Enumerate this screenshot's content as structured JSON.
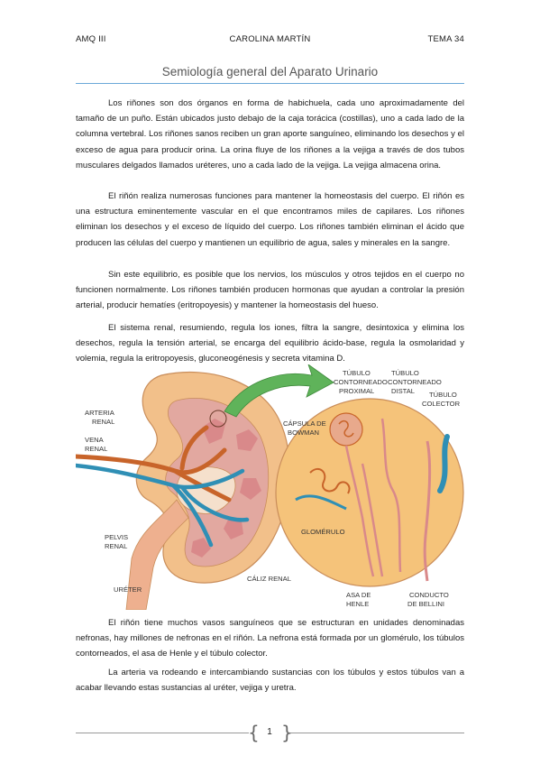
{
  "header": {
    "left": "AMQ III",
    "center": "CAROLINA MARTÍN",
    "right": "TEMA 34"
  },
  "title": "Semiología general del Aparato Urinario",
  "paragraphs": [
    "Los riñones son dos órganos en forma de habichuela, cada uno aproximadamente del tamaño de un puño. Están ubicados justo debajo de la caja torácica (costillas), uno a cada lado de la columna vertebral. Los riñones sanos reciben un gran aporte sanguíneo, eliminando los desechos y el exceso de agua para producir orina. La orina fluye de los riñones a la vejiga a través de dos tubos musculares delgados llamados uréteres, uno a cada lado de la vejiga. La vejiga almacena orina.",
    "El riñón realiza numerosas funciones para mantener la homeostasis del cuerpo. El riñón es una estructura eminentemente vascular en el que encontramos miles de capilares. Los riñones eliminan los desechos y el exceso de líquido del cuerpo. Los riñones también eliminan el ácido que producen las células del cuerpo y mantienen un equilibrio de agua, sales y minerales en la sangre.",
    "Sin este equilibrio, es posible que los nervios, los músculos y otros tejidos en el cuerpo no funcionen normalmente. Los riñones también producen hormonas que ayudan a controlar la presión arterial, producir hematíes (eritropoyesis) y mantener la homeostasis del hueso.",
    "El sistema renal, resumiendo, regula los iones, filtra la sangre, desintoxica y elimina los desechos, regula la tensión arterial, se encarga del equilibrio ácido-base, regula la osmolaridad y volemia, regula la eritropoyesis, gluconeogénesis y secreta vitamina D.",
    "El riñón tiene muchos vasos sanguíneos que se estructuran en unidades denominadas nefronas, hay millones de nefronas en el riñón. La nefrona está formada por un glomérulo, los túbulos contorneados, el asa de Henle y el túbulo colector.",
    "La arteria va rodeando e intercambiando sustancias con los túbulos y estos túbulos van a acabar llevando estas sustancias al uréter, vejiga y uretra."
  ],
  "figure": {
    "labels": {
      "arteria_renal_1": "ARTERIA",
      "arteria_renal_2": "RENAL",
      "vena_renal_1": "VENA",
      "vena_renal_2": "RENAL",
      "pelvis_renal_1": "PELVIS",
      "pelvis_renal_2": "RENAL",
      "ureter": "URÉTER",
      "caliz_renal": "CÁLIZ RENAL",
      "capsula_1": "CÁPSULA DE",
      "capsula_2": "BOWMAN",
      "tubulo_prox_1": "TÚBULO",
      "tubulo_prox_2": "CONTORNEADO",
      "tubulo_prox_3": "PROXIMAL",
      "tubulo_dist_1": "TÚBULO",
      "tubulo_dist_2": "CONTORNEADO",
      "tubulo_dist_3": "DISTAL",
      "tubulo_col_1": "TÚBULO",
      "tubulo_col_2": "COLECTOR",
      "glomerulo": "GLOMÉRULO",
      "asa_1": "ASA DE",
      "asa_2": "HENLE",
      "conducto_1": "CONDUCTO",
      "conducto_2": "DE BELLINI"
    },
    "colors": {
      "kidney_cortex": "#f2c08a",
      "kidney_medulla": "#e2a8a0",
      "artery": "#c8642a",
      "vein": "#2f8fb5",
      "ureter": "#eeb08f",
      "arrow": "#5fb35a",
      "nephron_bg": "#f5c37a"
    }
  },
  "footer": {
    "page_number": "1",
    "brace_left": "{",
    "brace_right": "}"
  }
}
